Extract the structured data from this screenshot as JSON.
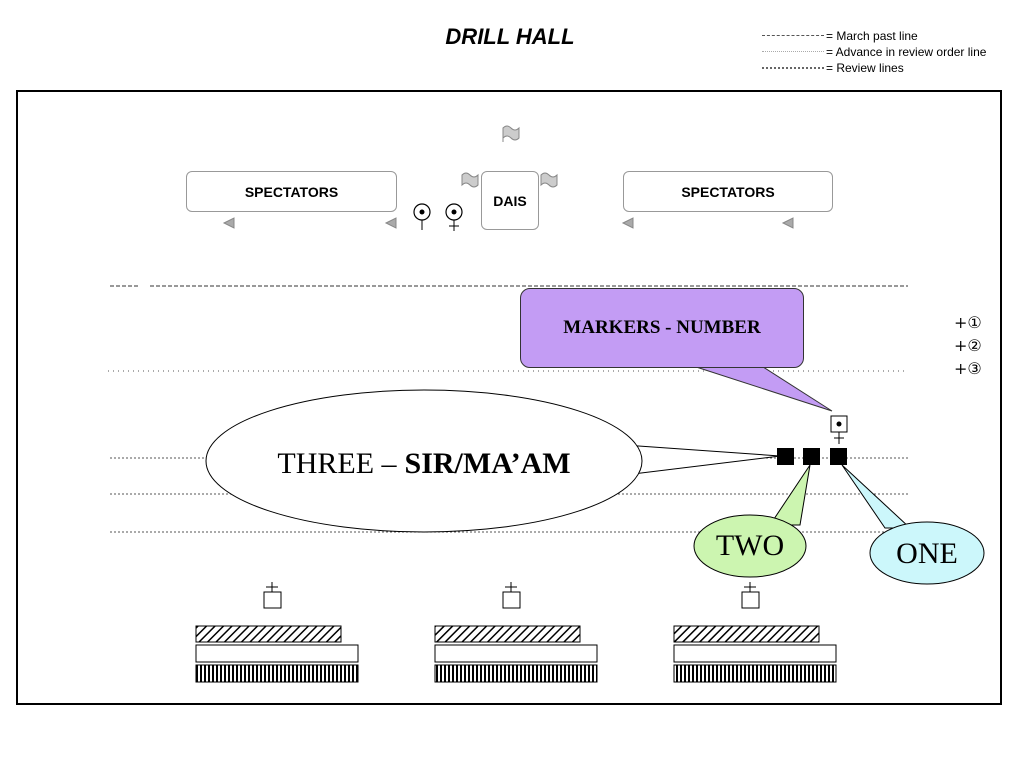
{
  "title": "DRILL HALL",
  "legend": [
    {
      "style": "dashed",
      "label": "= March past line"
    },
    {
      "style": "dotted-light",
      "label": "= Advance in review order line"
    },
    {
      "style": "dotted-heavy",
      "label": "= Review lines"
    }
  ],
  "spectators_left": "SPECTATORS",
  "spectators_right": "SPECTATORS",
  "dais": "DAIS",
  "markers_callout": "MARKERS - NUMBER",
  "three_callout": {
    "part1": "THREE –",
    "part2": "SIR/MA’AM"
  },
  "two_callout": "TWO",
  "one_callout": "ONE",
  "ranks": [
    "+①",
    "+②",
    "+③"
  ],
  "colors": {
    "markers_fill": "#c39cf4",
    "two_fill": "#ccf5b0",
    "one_fill": "#ccf7fb"
  }
}
